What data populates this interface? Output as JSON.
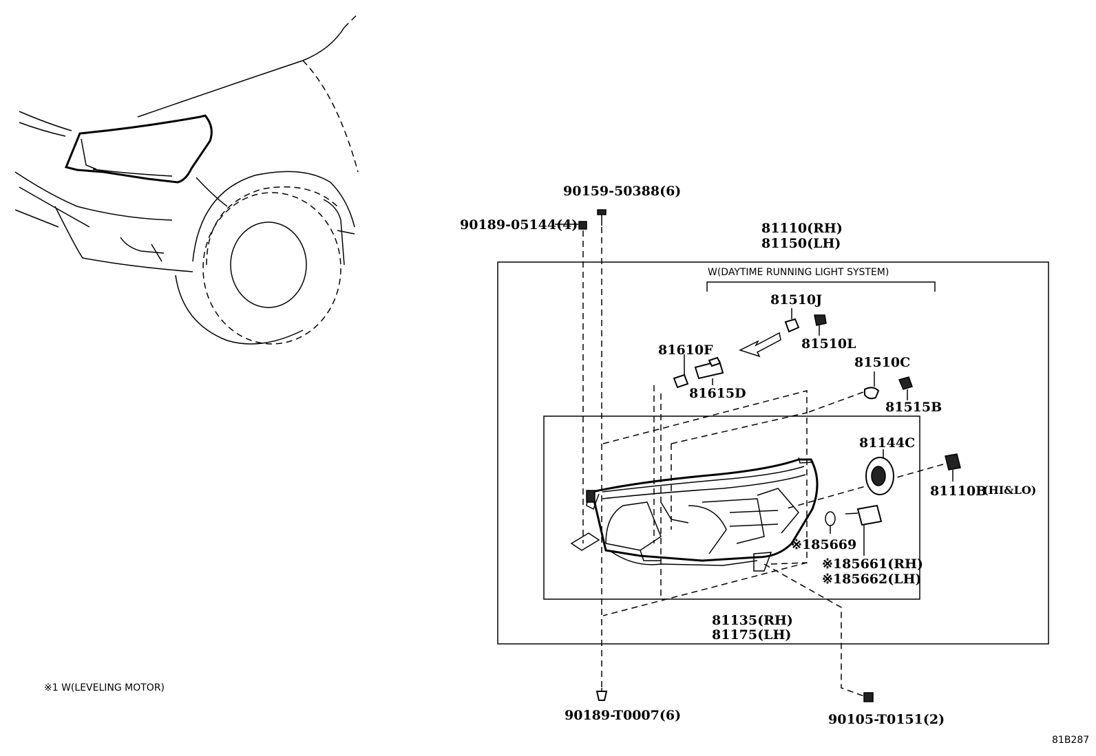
{
  "notes": {
    "system_label": "W(DAYTIME RUNNING LIGHT SYSTEM)",
    "leveling_note": "※1 W(LEVELING MOTOR)",
    "hi_lo": "(HI&LO)",
    "figure_id": "81B287"
  },
  "parts": {
    "p90159": "90159-50388(6)",
    "p90189_05144": "90189-05144(4)",
    "p81110_rh": "81110(RH)",
    "p81150_lh": "81150(LH)",
    "p81510J": "81510J",
    "p81510L": "81510L",
    "p81610F": "81610F",
    "p81615D": "81615D",
    "p81510C": "81510C",
    "p81515B": "81515B",
    "p81144C": "81144C",
    "p81110B": "81110B",
    "p85669": "※185669",
    "p85661": "※185661(RH)",
    "p85662": "※185662(LH)",
    "p81135": "81135(RH)",
    "p81175": "81175(LH)",
    "p90189_T0007": "90189-T0007(6)",
    "p90105": "90105-T0151(2)"
  }
}
